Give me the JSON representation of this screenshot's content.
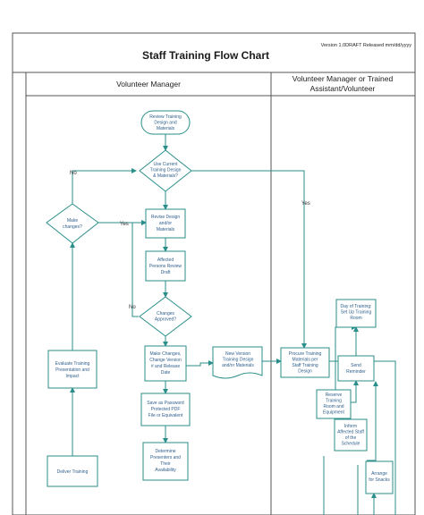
{
  "header": {
    "title": "Staff Training Flow Chart",
    "version": "Version 1.0DRAFT Released mm/dd/yyyy"
  },
  "lanes": {
    "left": {
      "title": "Volunteer Manager"
    },
    "right": {
      "title_line1": "Volunteer Manager or Trained",
      "title_line2": "Assistant/Volunteer"
    }
  },
  "nodes": {
    "review": [
      "Review Training",
      "Design and",
      "Materials"
    ],
    "use_current": [
      "Use Current",
      "Training Design",
      "& Materials?"
    ],
    "make_changes": [
      "Make",
      "changes?"
    ],
    "revise": [
      "Revise Design",
      "and/or",
      "Materials"
    ],
    "affected": [
      "Affected",
      "Persons Review",
      "Draft"
    ],
    "changes_approved": [
      "Changes",
      "Approved?"
    ],
    "make_changes_version": [
      "Make Changes,",
      "Change Version",
      "# and Release",
      "Date"
    ],
    "save_pdf": [
      "Save as Password",
      "Protected PDF",
      "File or Equivalent"
    ],
    "determine": [
      "Determine",
      "Presenters and",
      "Their",
      "Availability"
    ],
    "evaluate": [
      "Evaluate Training",
      "Presentation and",
      "Impact"
    ],
    "deliver": [
      "Deliver Training"
    ],
    "new_version": [
      "New Version",
      "Training Design",
      "and/or Materials"
    ],
    "procure": [
      "Procure Training",
      "Materials per",
      "Staff Training",
      "Design"
    ],
    "day_of": [
      "Day of Training:",
      "Set Up Training",
      "Room"
    ],
    "send_reminder": [
      "Send",
      "Reminder"
    ],
    "reserve": [
      "Reserve",
      "Training",
      "Room and",
      "Equipment"
    ],
    "inform": [
      "Inform",
      "Affected Staff",
      "of the",
      "Schedule"
    ],
    "arrange": [
      "Arrange",
      "for Snacks"
    ]
  },
  "edges": {
    "no_upper": "No",
    "yes_left": "Yes",
    "no_lower": "No",
    "yes_right": "Yes"
  }
}
